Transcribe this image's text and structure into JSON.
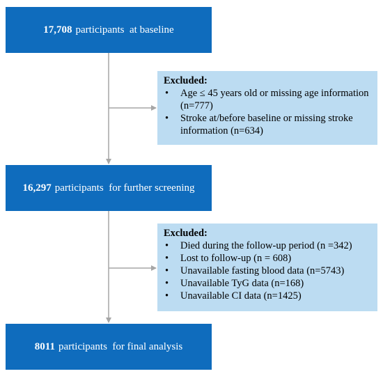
{
  "steps": [
    {
      "count": "17,708",
      "label": "participants  at baseline"
    },
    {
      "count": "16,297",
      "label": "participants  for further screening"
    },
    {
      "count": "8011",
      "label": "participants  for final analysis"
    }
  ],
  "exclusions": [
    {
      "title": "Excluded:",
      "items": [
        "Age ≤ 45 years old or missing age information (n=777)",
        "Stroke at/before baseline or missing stroke information (n=634)"
      ]
    },
    {
      "title": "Excluded:",
      "items": [
        "Died during the follow-up period (n =342)",
        "Lost to follow-up (n = 608)",
        "Unavailable fasting blood data (n=5743)",
        "Unavailable TyG data (n=168)",
        "Unavailable CI data (n=1425)"
      ]
    }
  ],
  "colors": {
    "main_box": "#0f6cbd",
    "exclusion_box": "#bcdcf2",
    "connector": "#a6a6a6"
  }
}
